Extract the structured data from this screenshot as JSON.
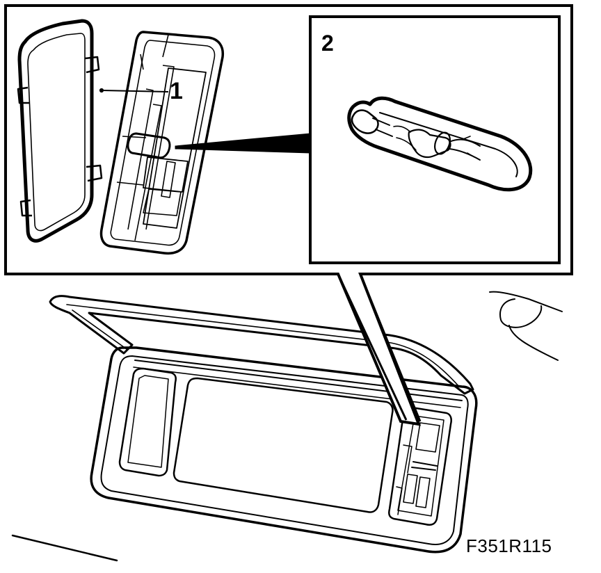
{
  "callouts": {
    "part_1": "1",
    "part_2": "2"
  },
  "figure_code": "F351R115",
  "icons": [
    "vanity-mirror-cover",
    "lamp-housing",
    "wedge-bulb",
    "sun-visor"
  ],
  "colors": {
    "line": "#000000",
    "background": "#ffffff"
  }
}
